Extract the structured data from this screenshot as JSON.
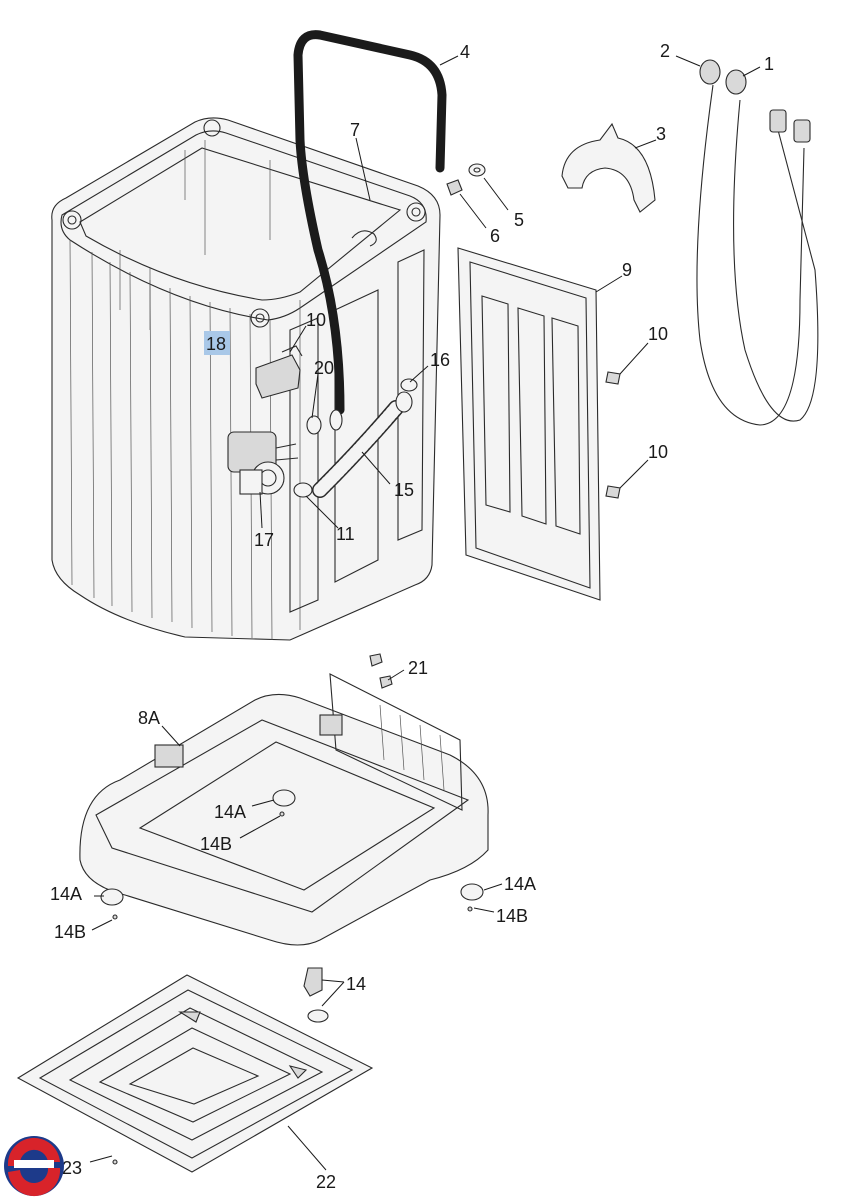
{
  "callouts": {
    "c1": "1",
    "c2": "2",
    "c3": "3",
    "c4": "4",
    "c5": "5",
    "c6": "6",
    "c7": "7",
    "c8a": "8A",
    "c9": "9",
    "c10a": "10",
    "c10b": "10",
    "c10c": "10",
    "c11": "11",
    "c14": "14",
    "c14a_1": "14A",
    "c14a_2": "14A",
    "c14a_3": "14A",
    "c14b_1": "14B",
    "c14b_2": "14B",
    "c14b_3": "14B",
    "c15": "15",
    "c16": "16",
    "c17": "17",
    "c18": "18",
    "c20": "20",
    "c21": "21",
    "c22": "22",
    "c23": "23"
  },
  "highlighted_callout": "18",
  "colors": {
    "line": "#2b2b2b",
    "highlight": "#a9c8e8",
    "logo_red": "#d8232a",
    "logo_blue": "#1d3a8a"
  },
  "logo": {
    "icon": "brand-swirl-logo"
  }
}
